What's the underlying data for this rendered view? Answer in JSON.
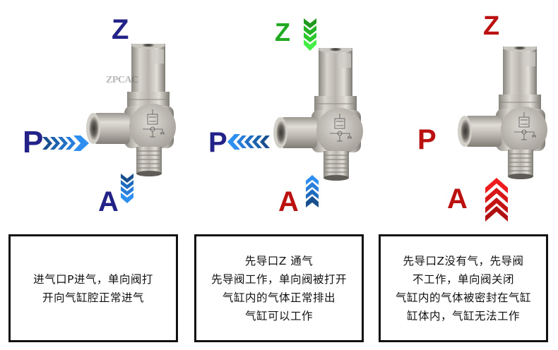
{
  "colors": {
    "label_blue": "#222288",
    "label_green": "#22aa22",
    "label_red": "#bb1111",
    "arrow_blue_light": "#2e8ff0",
    "arrow_blue_dark": "#174f8f",
    "arrow_green": "#33dd33",
    "arrow_red": "#d81818",
    "box_border": "#111111",
    "text": "#111111"
  },
  "watermark": "ZPCAC",
  "panels": [
    {
      "state": "P inlet, normal supply",
      "labels": {
        "z": "Z",
        "p": "P",
        "a": "A"
      },
      "label_colors": {
        "z": "#222288",
        "p": "#222288",
        "a": "#222288"
      },
      "arrows": {
        "p": "into-port (right)",
        "a": "out (down)"
      },
      "symbol": {
        "top": "Z",
        "left": "P",
        "right": "A"
      },
      "description": [
        "进气口P进气，单向阀打",
        "开向气缸腔正常进气"
      ]
    },
    {
      "state": "Pilot Z pressurized, exhaust",
      "labels": {
        "z": "Z",
        "p": "P",
        "a": "A"
      },
      "label_colors": {
        "z": "#22aa22",
        "p": "#222288",
        "a": "#bb1111"
      },
      "arrows": {
        "z": "into-pilot (down)",
        "p": "out (left)",
        "a": "in (up)"
      },
      "symbol": {
        "top": "Z",
        "left": "P",
        "right": "A"
      },
      "description": [
        "先导口Z  通气",
        "先导阀工作，单向阀被打开",
        "气缸内的气体正常排出",
        "气缸可以工作"
      ]
    },
    {
      "state": "Pilot Z no air, locked",
      "labels": {
        "z": "Z",
        "p": "P",
        "a": "A"
      },
      "label_colors": {
        "z": "#bb1111",
        "p": "#bb1111",
        "a": "#bb1111"
      },
      "arrows": {
        "a": "blocked (up)"
      },
      "symbol": {
        "top": "Z",
        "left": "P",
        "right": "A"
      },
      "description": [
        "先导口Z没有气，先导阀",
        "不工作，单向阀关闭",
        "气缸内的气体被密封在气缸",
        "缸体内，气缸无法工作"
      ]
    }
  ]
}
